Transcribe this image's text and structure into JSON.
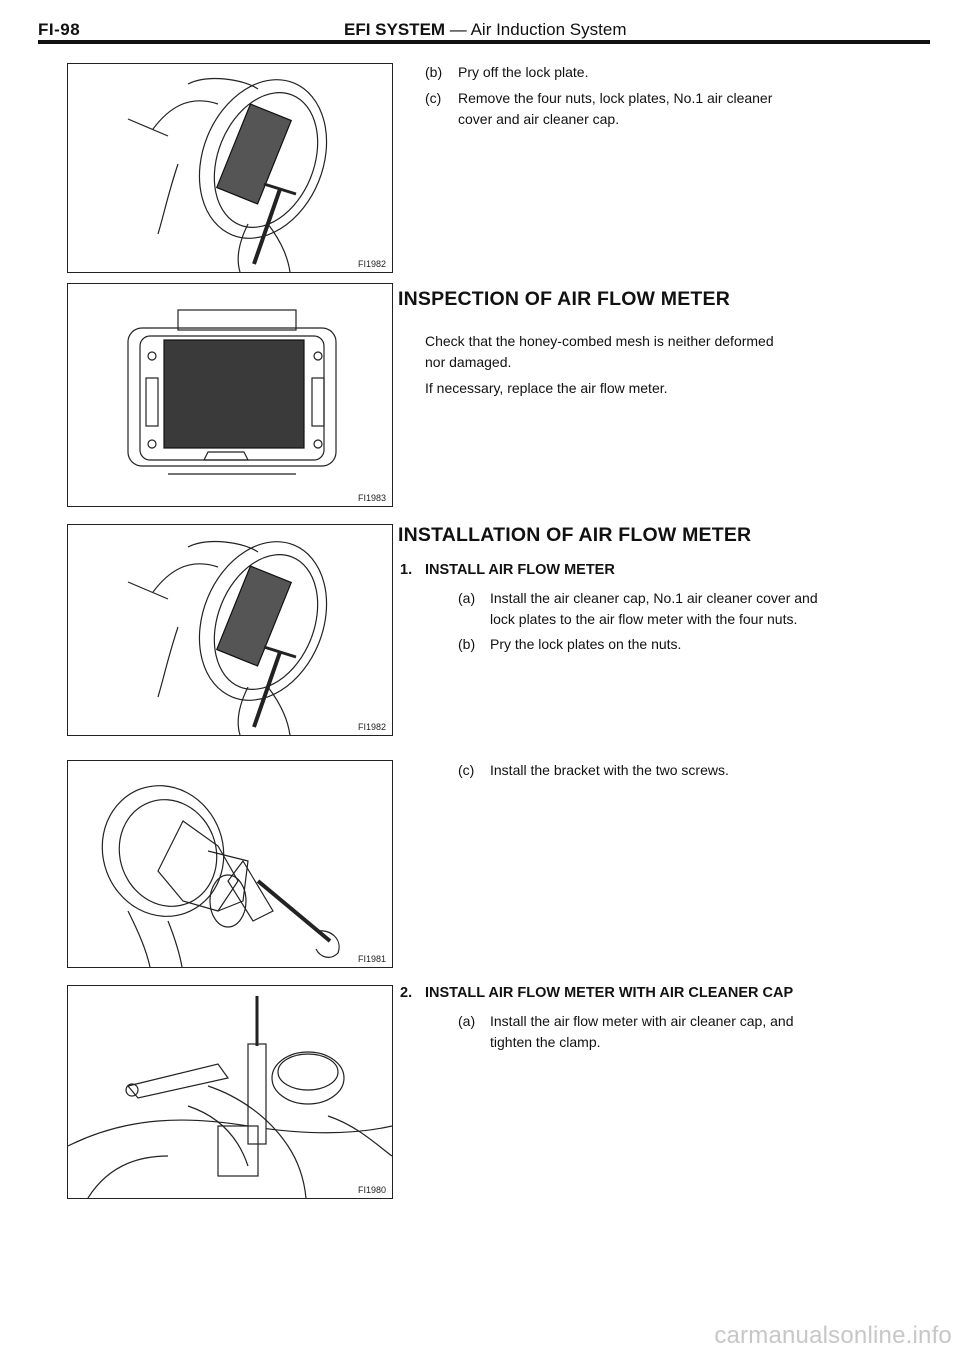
{
  "header": {
    "page_number": "FI-98",
    "section_bold": "EFI SYSTEM",
    "section_rest": " — Air Induction System"
  },
  "figures": [
    {
      "code": "FI1982"
    },
    {
      "code": "FI1983"
    },
    {
      "code": "FI1982"
    },
    {
      "code": "FI1981"
    },
    {
      "code": "FI1980"
    }
  ],
  "steps_top": [
    {
      "label": "(b)",
      "lines": [
        "Pry off the lock plate."
      ]
    },
    {
      "label": "(c)",
      "lines": [
        "Remove the four nuts, lock plates, No.1 air cleaner",
        "cover and air cleaner cap."
      ]
    }
  ],
  "inspection": {
    "heading": "INSPECTION OF AIR FLOW METER",
    "para1_lines": [
      "Check that the honey-combed mesh is neither deformed",
      "nor damaged."
    ],
    "para2": "If necessary, replace the air flow meter."
  },
  "installation": {
    "heading": "INSTALLATION OF AIR FLOW METER",
    "step1": {
      "num": "1.",
      "title": "INSTALL AIR FLOW METER",
      "a": {
        "label": "(a)",
        "lines": [
          "Install the air cleaner cap, No.1 air cleaner cover and",
          "lock plates to the air flow meter with the four nuts."
        ]
      },
      "b": {
        "label": "(b)",
        "lines": [
          "Pry the lock plates on the nuts."
        ]
      },
      "c": {
        "label": "(c)",
        "lines": [
          "Install the bracket with the two screws."
        ]
      }
    },
    "step2": {
      "num": "2.",
      "title": "INSTALL AIR FLOW METER WITH AIR CLEANER CAP",
      "a": {
        "label": "(a)",
        "lines": [
          "Install the air flow meter with air cleaner cap, and",
          "tighten the clamp."
        ]
      }
    }
  },
  "watermark": "carmanualsonline.info"
}
